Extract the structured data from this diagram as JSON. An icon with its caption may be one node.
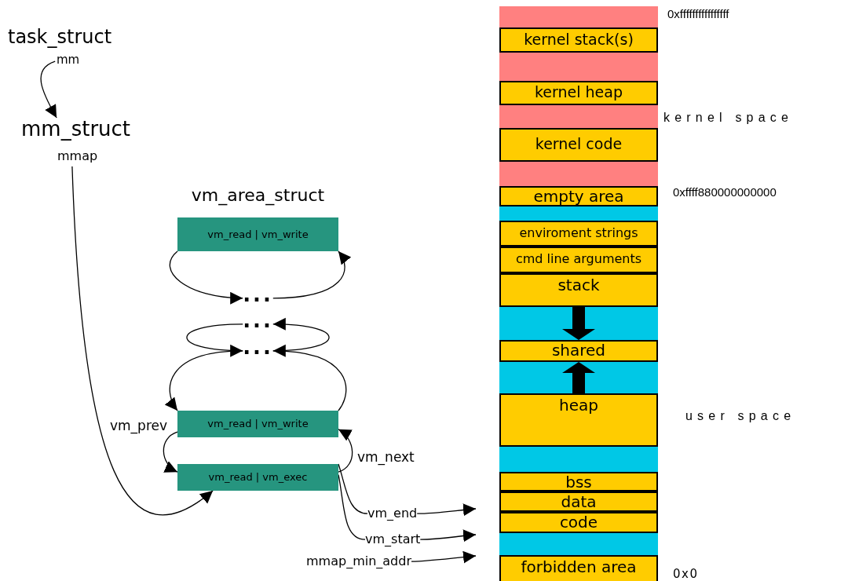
{
  "diagram": {
    "nodes": [
      {
        "text": [
          "task_struct",
          "mm"
        ]
      },
      {
        "text": [
          "mm_struct",
          "mmap"
        ]
      },
      {
        "text": [
          "vm_area_struct",
          "vm_read | vm_write"
        ]
      },
      {
        "text": [
          "..."
        ]
      },
      {
        "text": [
          "..."
        ]
      },
      {
        "text": [
          "..."
        ]
      },
      {
        "text": [
          "vm_read | vm_write"
        ]
      },
      {
        "text": [
          "vm_read | vm_exec"
        ]
      },
      {
        "text": [
          "vm_end"
        ]
      },
      {
        "text": [
          "vm_start"
        ]
      },
      {
        "text": [
          "mmap_min_addr"
        ]
      },
      {
        "text": [
          "kernel stack(s)"
        ]
      },
      {
        "text": [
          "kernel heap"
        ]
      },
      {
        "text": [
          "kernel code"
        ]
      },
      {
        "text": [
          "empty area"
        ]
      },
      {
        "text": [
          "enviroment strings"
        ]
      },
      {
        "text": [
          "cmd line arguments"
        ]
      },
      {
        "text": [
          "stack"
        ]
      },
      {
        "text": [
          "shared"
        ]
      },
      {
        "text": [
          "heap"
        ]
      },
      {
        "text": [
          "bss"
        ]
      },
      {
        "text": [
          "data"
        ]
      },
      {
        "text": [
          "code"
        ]
      },
      {
        "text": [
          "forbidden area"
        ]
      }
    ],
    "edges": [
      {
        "from": 0,
        "to": 1,
        "arrow": "to"
      },
      {
        "from": 1,
        "to": 7,
        "arrow": "to"
      },
      {
        "from": 2,
        "to": 3,
        "arrow": "to"
      },
      {
        "from": 4,
        "to": 5,
        "arrow": "to"
      },
      {
        "from": 5,
        "to": 6,
        "arrow": "to"
      },
      {
        "from": 6,
        "to": 7,
        "arrow": "to",
        "label": "vm_prev"
      },
      {
        "from": 3,
        "to": 2,
        "arrow": "to"
      },
      {
        "from": 5,
        "to": 4,
        "arrow": "to"
      },
      {
        "from": 6,
        "to": 5,
        "arrow": "to"
      },
      {
        "from": 7,
        "to": 6,
        "arrow": "to",
        "label": "vm_next"
      },
      {
        "from": 7,
        "to": 8,
        "arrow": "none"
      },
      {
        "from": 7,
        "to": 9,
        "arrow": "none"
      },
      {
        "from": 8,
        "to": null,
        "arrow": "to"
      },
      {
        "from": 9,
        "to": null,
        "arrow": "to"
      },
      {
        "from": 10,
        "to": null,
        "arrow": "to"
      },
      {
        "from": 17,
        "to": 18,
        "arrow": "to",
        "style": "thick"
      },
      {
        "from": 19,
        "to": 18,
        "arrow": "to",
        "style": "thick"
      }
    ],
    "labels": [
      "0xffffffffffffffff",
      "kernel space",
      "0xffff880000000000",
      "user space",
      "0x0"
    ]
  }
}
